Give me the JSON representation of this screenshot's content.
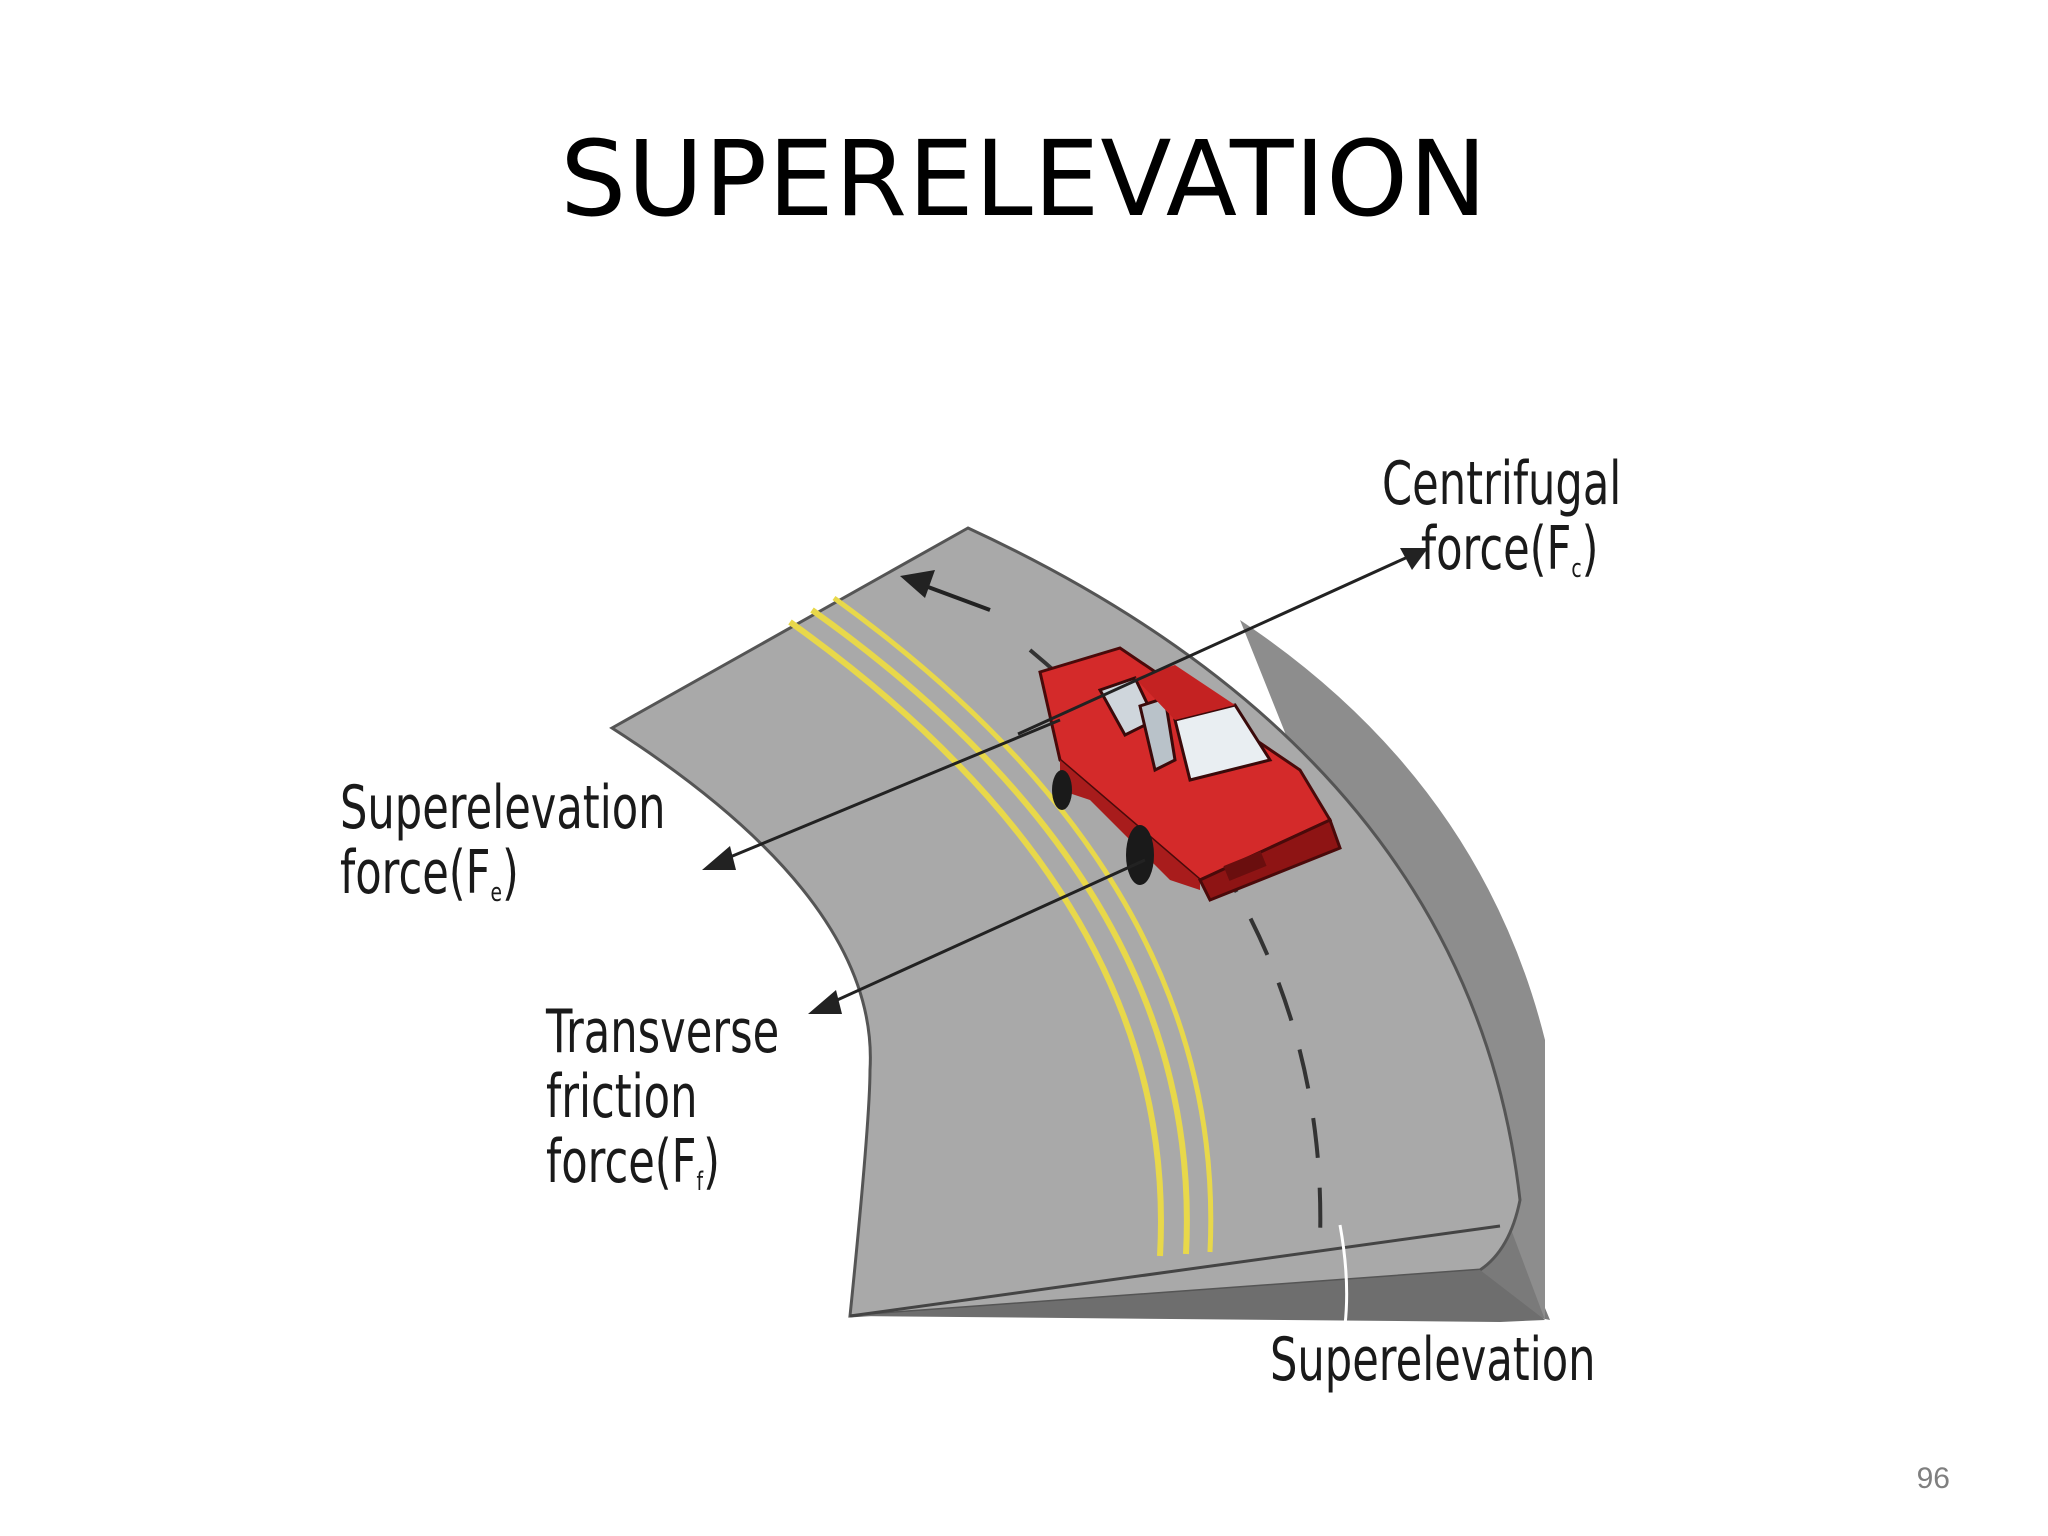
{
  "slide": {
    "title": "SUPERELEVATION",
    "page_number": "96"
  },
  "diagram": {
    "labels": {
      "centrifugal_line1": "Centrifugal",
      "centrifugal_line2": "force(F",
      "centrifugal_sub": "c",
      "superelevation_force_line1": "Superelevation",
      "superelevation_force_line2": "force(F",
      "superelevation_force_sub": "e",
      "friction_line1": "Transverse",
      "friction_line2": "friction",
      "friction_line3": "force(F",
      "friction_sub": "f",
      "superelevation_bottom": "Superelevation"
    },
    "colors": {
      "road_surface": "#a9a9a9",
      "road_side": "#7a7a7a",
      "center_lines": "#e8d84a",
      "car_body": "#d42a2a",
      "car_dark": "#8e1414"
    }
  }
}
